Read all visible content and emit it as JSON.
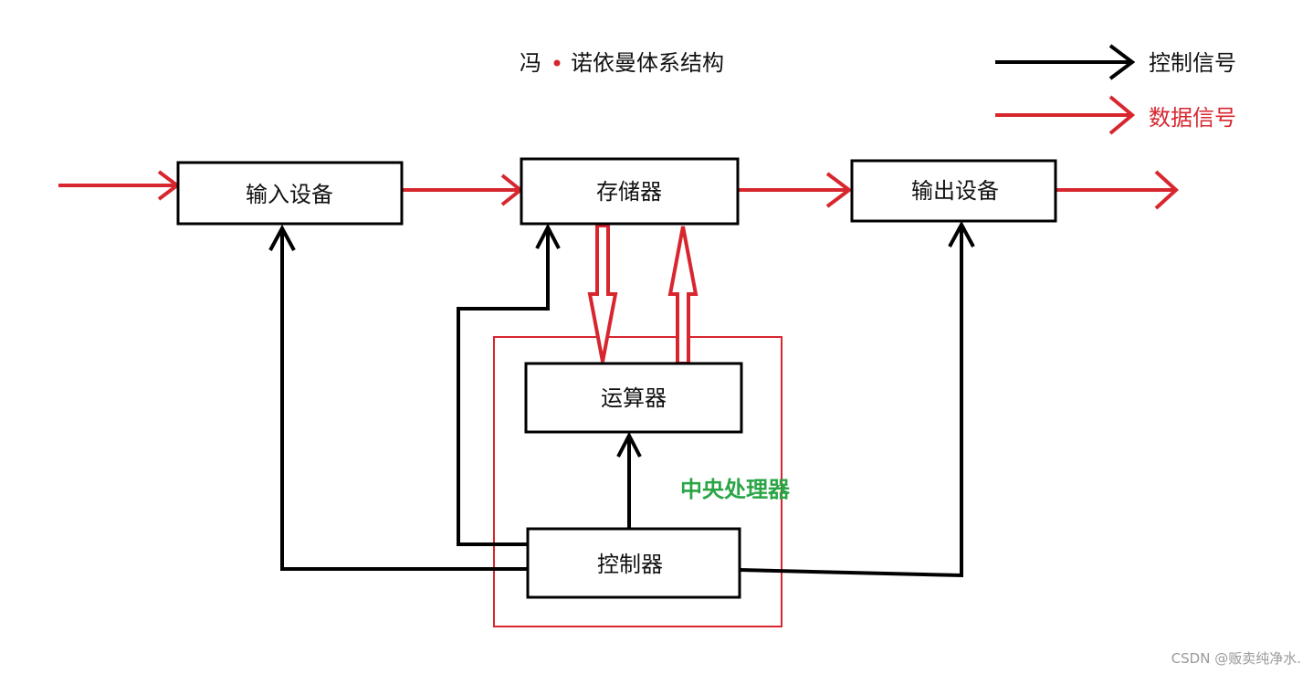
{
  "title": {
    "prefix": "冯",
    "suffix": "诺依曼体系结构"
  },
  "legend": {
    "control": "控制信号",
    "data": "数据信号"
  },
  "boxes": {
    "input": "输入设备",
    "memory": "存储器",
    "output": "输出设备",
    "alu": "运算器",
    "controller": "控制器"
  },
  "cpu_label": "中央处理器",
  "watermark": "CSDN @贩卖纯净水.",
  "colors": {
    "control_signal": "#000000",
    "data_signal": "#d8262f",
    "cpu_label": "#2aa545",
    "watermark": "#9a9a9a"
  }
}
